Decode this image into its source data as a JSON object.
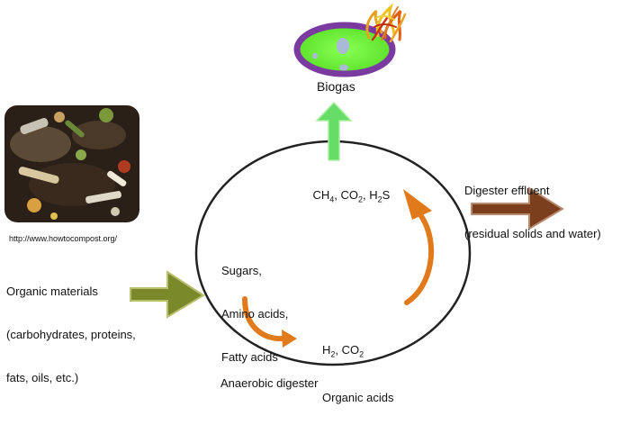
{
  "biogas": "Biogas",
  "gases": {
    "ch": "CH",
    "ch_sub": "4",
    "co": ", CO",
    "co_sub": "2",
    "h": ", H",
    "h_sub": "2",
    "s": "S"
  },
  "effluent": {
    "line1": "Digester effluent",
    "line2": "(residual solids and water)"
  },
  "source_url": "http://www.howtocompost.org/",
  "organic": {
    "line1": "Organic materials",
    "line2": "(carbohydrates, proteins,",
    "line3": "fats, oils, etc.)"
  },
  "monomers": {
    "line1": "Sugars,",
    "line2": "Amino acids,",
    "line3": "Fatty acids"
  },
  "acids": {
    "h": "H",
    "h_sub": "2",
    "co": ", CO",
    "co_sub": "2",
    "line2": "Organic acids"
  },
  "digester_label": "Anaerobic digester",
  "colors": {
    "input_arrow": "#7a8a2a",
    "output_arrow": "#7b3f1e",
    "biogas_arrow": "#66dd66",
    "process_arrow": "#e07a1a",
    "bubble_fill": "#66ee33",
    "bubble_stroke": "#7a3aa0"
  },
  "icons": [
    "compost-photo",
    "biogas-bubble-icon",
    "flame-icon"
  ]
}
